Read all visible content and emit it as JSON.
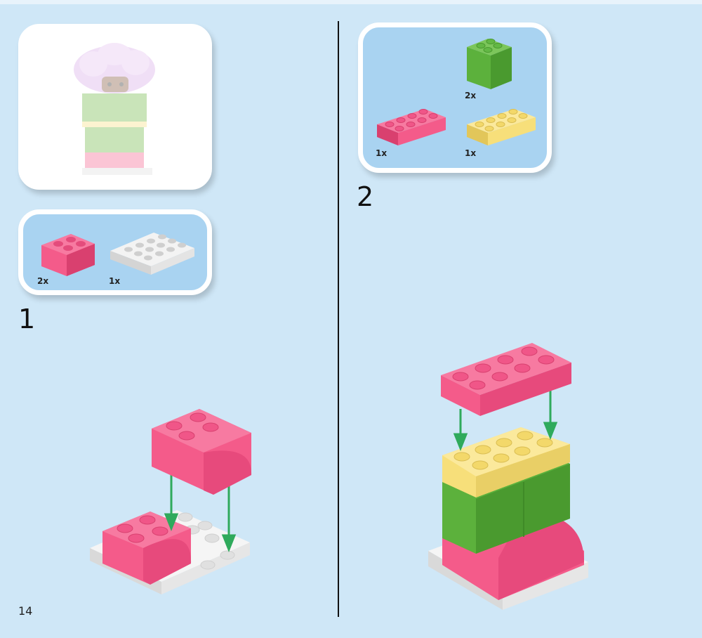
{
  "page": {
    "number": "14"
  },
  "steps": [
    {
      "number": "1",
      "parts": [
        {
          "qty": "2x",
          "icon": "pink-curved-brick"
        },
        {
          "qty": "1x",
          "icon": "white-plate-4x4"
        }
      ]
    },
    {
      "number": "2",
      "parts": [
        {
          "qty": "2x",
          "icon": "green-tall-brick"
        },
        {
          "qty": "1x",
          "icon": "pink-brick-2x4"
        },
        {
          "qty": "1x",
          "icon": "yellow-brick-2x4"
        }
      ]
    }
  ],
  "colors": {
    "background": "#cfe7f7",
    "pink": "#f45b8a",
    "white_plate": "#eeeeee",
    "green": "#5cb13c",
    "yellow": "#f7df7a",
    "arrow": "#2faa5c"
  }
}
